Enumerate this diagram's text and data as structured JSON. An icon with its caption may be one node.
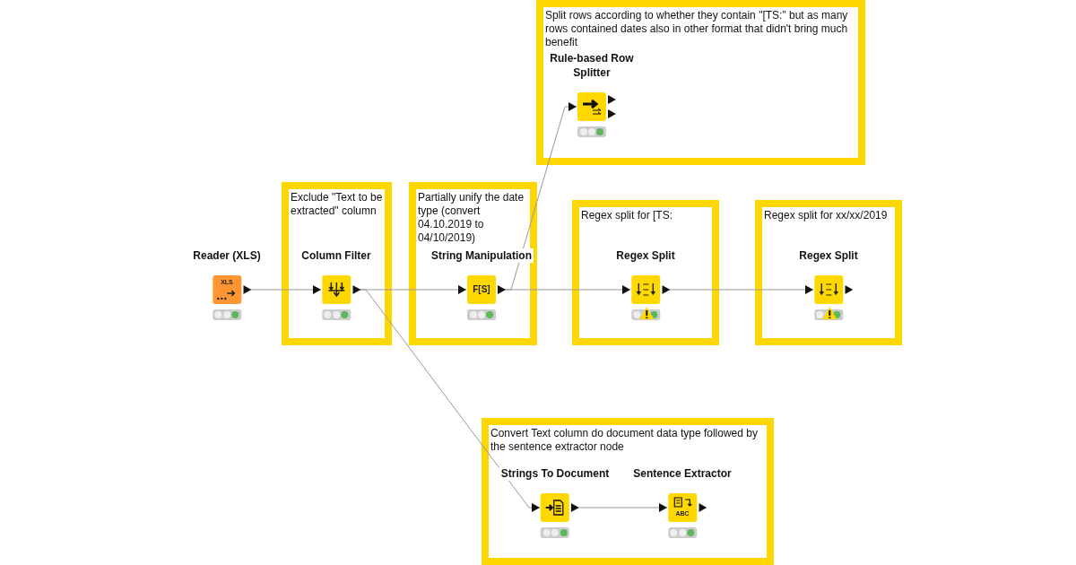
{
  "diagram": {
    "nodes": [
      {
        "text": [
          "Split rows according to whether they contain \"[TS:\" but as many rows contained dates also in other format that didn't bring much benefit"
        ]
      },
      {
        "text": [
          "Rule-based Row Splitter"
        ],
        "in": 0
      },
      {
        "text": [
          "Reader (XLS)"
        ]
      },
      {
        "text": [
          "Exclude \"Text to be extracted\" column"
        ]
      },
      {
        "text": [
          "Column Filter"
        ],
        "in": 3
      },
      {
        "text": [
          "Partially unify the date type (convert 04.10.2019 to 04/10/2019)"
        ]
      },
      {
        "text": [
          "String Manipulation"
        ],
        "in": 5
      },
      {
        "text": [
          "Regex split for [TS:"
        ]
      },
      {
        "text": [
          "Regex Split"
        ],
        "in": 7
      },
      {
        "text": [
          "Regex split for  xx/xx/2019"
        ]
      },
      {
        "text": [
          "Regex Split"
        ],
        "in": 9
      },
      {
        "text": [
          "Convert Text column do document data type followed by the sentence extractor node"
        ]
      },
      {
        "text": [
          "Strings To Document"
        ],
        "in": 11
      },
      {
        "text": [
          "Sentence Extractor"
        ],
        "in": 11
      }
    ],
    "edges": [
      {
        "from": 2,
        "to": 4,
        "arrow": "to"
      },
      {
        "from": 4,
        "to": 6,
        "arrow": "to"
      },
      {
        "from": 6,
        "to": 1,
        "arrow": "to"
      },
      {
        "from": 6,
        "to": 8,
        "arrow": "to"
      },
      {
        "from": 8,
        "to": 10,
        "arrow": "to"
      },
      {
        "from": 4,
        "to": 12,
        "arrow": "to"
      },
      {
        "from": 12,
        "to": 13,
        "arrow": "to"
      }
    ],
    "labels": [
      "XLS",
      "F[S]",
      "ABC"
    ]
  }
}
